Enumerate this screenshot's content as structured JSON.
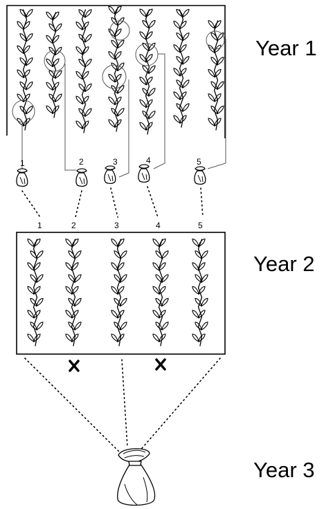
{
  "years": {
    "year1": "Year 1",
    "year2": "Year 2",
    "year3": "Year 3"
  },
  "seed_bag_numbers": [
    "1",
    "2",
    "3",
    "4",
    "5"
  ],
  "year2_row_numbers": [
    "1",
    "2",
    "3",
    "4",
    "5"
  ],
  "rejected_rows": [
    "2",
    "4"
  ],
  "reject_mark": "X"
}
